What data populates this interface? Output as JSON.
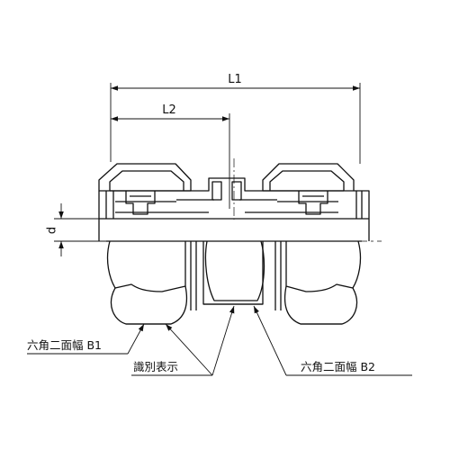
{
  "dimensions": {
    "overall_length": "L1",
    "partial_length": "L2",
    "diameter": "d"
  },
  "callouts": {
    "left_hex": "六角二面幅 B1",
    "identification": "識別表示",
    "right_hex": "六角二面幅 B2"
  },
  "colors": {
    "line": "#111111",
    "background": "#ffffff"
  }
}
